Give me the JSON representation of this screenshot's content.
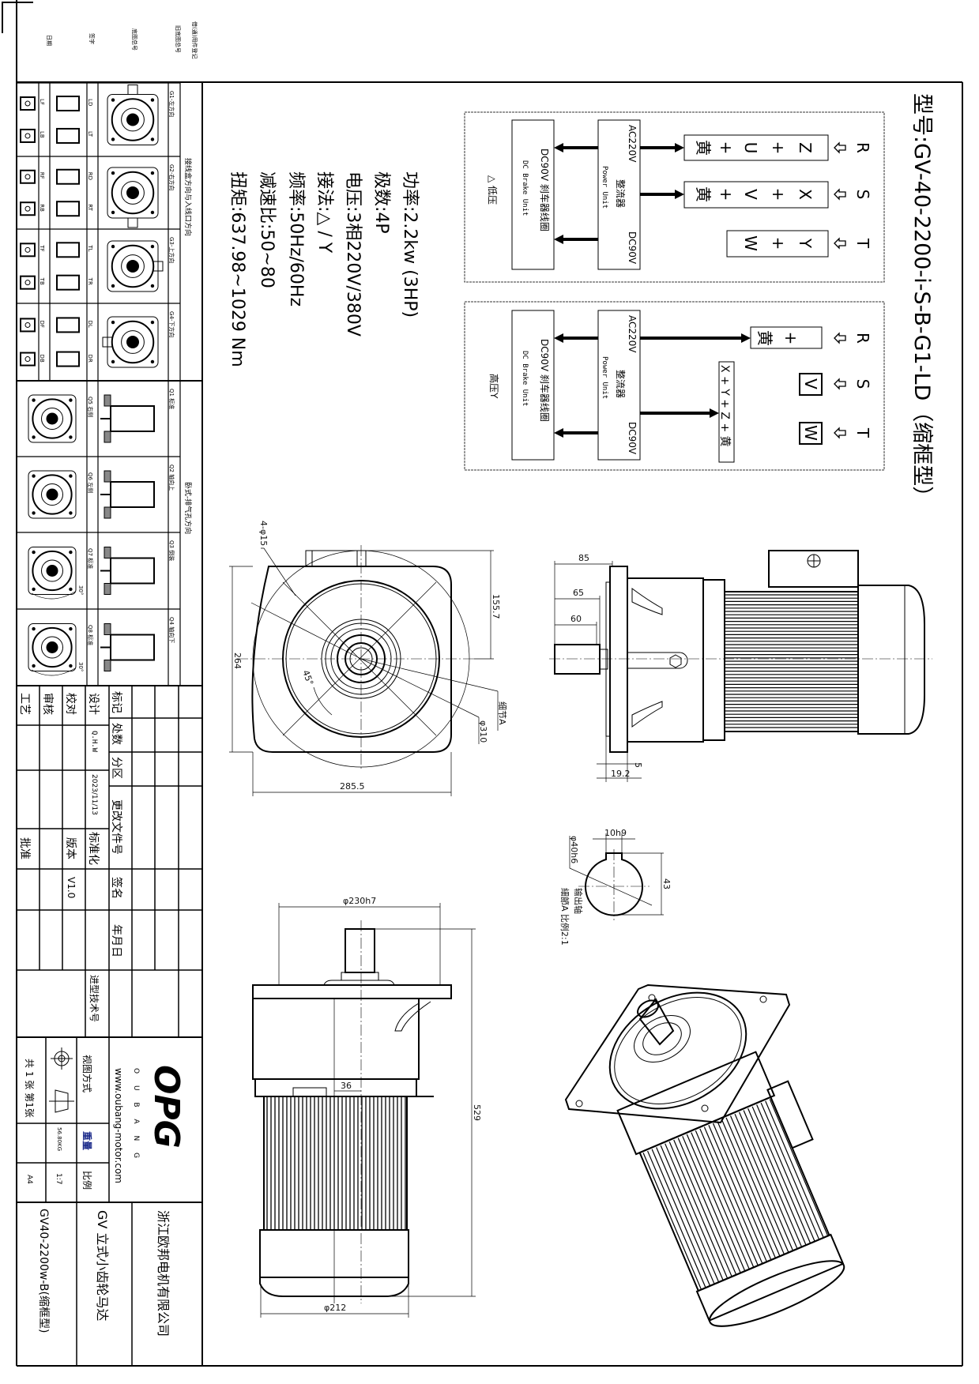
{
  "top_strip": {
    "labels": [
      "日期",
      "签字",
      "底图总号",
      "旧底图总号",
      "借(通)用件登记"
    ]
  },
  "title": "型号:GV-40-2200-i-S-B-G1-LD（缩框型）",
  "specs": [
    "功率:2.2kw (3HP)",
    "极数:4P",
    "电压:3相220V/380V",
    "接法:△ / Y",
    "频率:50Hz/60Hz",
    "减速比:50~80",
    "扭矩:637.98~1029 Nm"
  ],
  "wiring_low": {
    "phases": [
      "R",
      "S",
      "T"
    ],
    "terminals": [
      [
        "Z",
        "+",
        "U",
        "+",
        "黄"
      ],
      [
        "X",
        "+",
        "V",
        "+",
        "黄"
      ],
      [
        "Y",
        "+",
        "W"
      ]
    ],
    "power_unit": {
      "ac": "AC220V",
      "name_cn": "整流器",
      "name_en": "Power Unit",
      "dc": "DC90V"
    },
    "brake_unit": {
      "name_cn": "DC90V 刹车器线圈",
      "name_en": "DC Brake Unit"
    },
    "label": "△ 低压"
  },
  "wiring_high": {
    "phases": [
      "R",
      "S",
      "T"
    ],
    "terminal_r": [
      "黄",
      "+"
    ],
    "terminal_s": "V",
    "terminal_t": "W",
    "terminal_star": "X + Y + Z + 黄",
    "power_unit": {
      "ac": "AC220V",
      "name_cn": "整流器",
      "name_en": "Power Unit",
      "dc": "DC90V"
    },
    "brake_unit": {
      "name_cn": "DC90V 刹车器线圈",
      "name_en": "DC Brake Unit"
    },
    "label": "高压Y"
  },
  "sidebar": {
    "junction_title": "接线盒方向与入线口方向",
    "mounting_title": "卧式-排气孔方向",
    "g_rows": [
      {
        "label": "G1-左方向",
        "a": [
          "LD",
          "LT"
        ],
        "b": [
          "LF",
          "LB"
        ]
      },
      {
        "label": "G2-右方向",
        "a": [
          "RD",
          "RT"
        ],
        "b": [
          "RF",
          "RB"
        ]
      },
      {
        "label": "G3-上方向",
        "a": [
          "TL",
          "TR"
        ],
        "b": [
          "TF",
          "TB"
        ]
      },
      {
        "label": "G4-下方向",
        "a": [
          "DL",
          "DR"
        ],
        "b": [
          "DF",
          "DB"
        ]
      }
    ],
    "q_rows": [
      {
        "side": "Q1 标准",
        "front": "Q5 右侧"
      },
      {
        "side": "Q2 轴向上",
        "front": "Q6 左侧"
      },
      {
        "side": "Q3 倒装",
        "front": "Q7 标准"
      },
      {
        "side": "Q4 轴向下",
        "front": "Q8 标准"
      }
    ],
    "angle_label": "30°"
  },
  "dimensions": {
    "holes": "4-φ15",
    "height": "264",
    "center_height": "155.7",
    "width": "285.5",
    "angle": "45°",
    "detail": "细节A",
    "pcd": "φ310",
    "shaft_85": "85",
    "shaft_65": "65",
    "shaft_60": "60",
    "flange_5": "5",
    "flange_19": "19.2",
    "key_width": "10h9",
    "key_height": "43",
    "shaft_dia": "φ40h6",
    "detail_title": "输出轴",
    "detail_scale": "細節A 比例2:1",
    "spigot": "φ230h7",
    "length": "529",
    "offset": "36",
    "motor_dia": "φ212"
  },
  "title_block": {
    "mark": "标记",
    "count": "处数",
    "zone": "分区",
    "change_doc": "更改文件号",
    "sign": "签名",
    "date": "年月日",
    "design": "设计",
    "check": "校对",
    "review": "审核",
    "process": "工艺",
    "designer": "Q.H.W",
    "design_date": "2023/11/13",
    "standard": "标准化",
    "approve": "批准",
    "version_label": "版本",
    "version": "V1.0",
    "selection_no": "进型技术号",
    "view_method": "视图方式",
    "weight_label": "重量",
    "weight": "56.80KG",
    "scale_label": "比例",
    "scale": "1:7",
    "sheets": "共 1 张 第1张",
    "paper": "A4",
    "logo": "OPG",
    "brand": "O U B A N G",
    "website": "www.oubang-motor.com",
    "company": "浙江欧邦电机有限公司",
    "product": "GV  立式小齿轮马达",
    "model": "GV40-2200w-B(缩框型)"
  }
}
